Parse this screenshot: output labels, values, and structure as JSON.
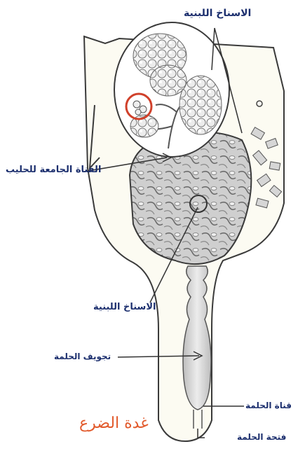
{
  "labels": {
    "alveoli_top": "الاسناخ اللبنية",
    "milk_duct": "القناة الجامعة للحليب",
    "alveoli_middle": "الاسناخ اللبنية",
    "teat_cistern": "تجويف الحلمة",
    "teat_canal": "قناة الحلمة",
    "teat_opening": "فتحة الحلمة"
  },
  "title": "غدة الضرع",
  "colors": {
    "label": "#1c2f6e",
    "title": "#e25a2c",
    "highlight_circle": "#d0402a",
    "outline": "#333333",
    "tissue": "#d9d9d9"
  }
}
